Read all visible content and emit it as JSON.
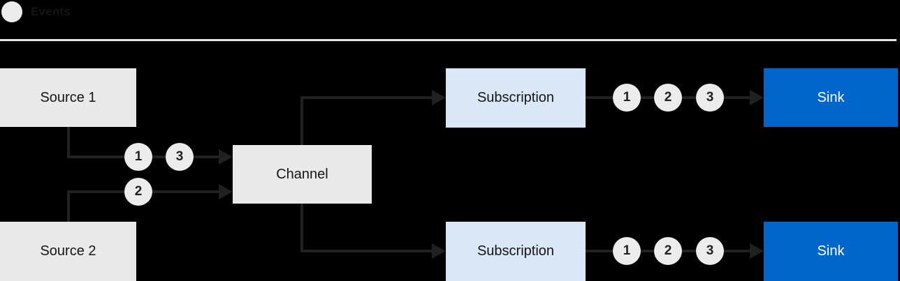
{
  "legend": {
    "label": "Events"
  },
  "nodes": {
    "source1": {
      "label": "Source 1"
    },
    "source2": {
      "label": "Source 2"
    },
    "channel": {
      "label": "Channel"
    },
    "subscription1": {
      "label": "Subscription"
    },
    "subscription2": {
      "label": "Subscription"
    },
    "sink1": {
      "label": "Sink"
    },
    "sink2": {
      "label": "Sink"
    }
  },
  "edges": {
    "source1_to_channel": {
      "events": [
        "1",
        "3"
      ]
    },
    "source2_to_channel": {
      "events": [
        "2"
      ]
    },
    "subscription1_to_sink1": {
      "events": [
        "1",
        "2",
        "3"
      ]
    },
    "subscription2_to_sink2": {
      "events": [
        "1",
        "2",
        "3"
      ]
    }
  },
  "colors": {
    "background": "#000000",
    "node_gray": "#E9E9E9",
    "node_light_blue": "#D9E7F7",
    "node_blue": "#0066CC",
    "event_circle": "#ECECEC",
    "line": "#212121",
    "text_dark": "#151515",
    "text_light": "#FFFFFF",
    "divider": "#E6E6E6"
  }
}
